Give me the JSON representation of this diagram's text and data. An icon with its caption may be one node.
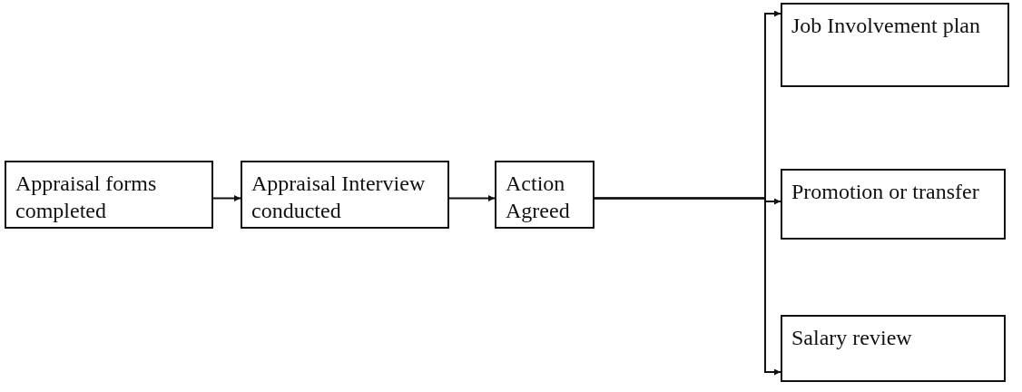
{
  "diagram": {
    "nodes": [
      {
        "text": [
          "Appraisal forms completed"
        ]
      },
      {
        "text": [
          "Appraisal Interview conducted"
        ]
      },
      {
        "text": [
          "Action Agreed"
        ]
      },
      {
        "text": [
          "Job Involvement plan"
        ]
      },
      {
        "text": [
          "Promotion or transfer"
        ]
      },
      {
        "text": [
          "Salary review"
        ]
      }
    ],
    "edges": [
      {
        "from": 0,
        "to": 1,
        "arrow": "to"
      },
      {
        "from": 1,
        "to": 2,
        "arrow": "to"
      },
      {
        "from": 2,
        "to": 3,
        "arrow": "to"
      },
      {
        "from": 2,
        "to": 4,
        "arrow": "to"
      },
      {
        "from": 2,
        "to": 5,
        "arrow": "to"
      }
    ]
  }
}
